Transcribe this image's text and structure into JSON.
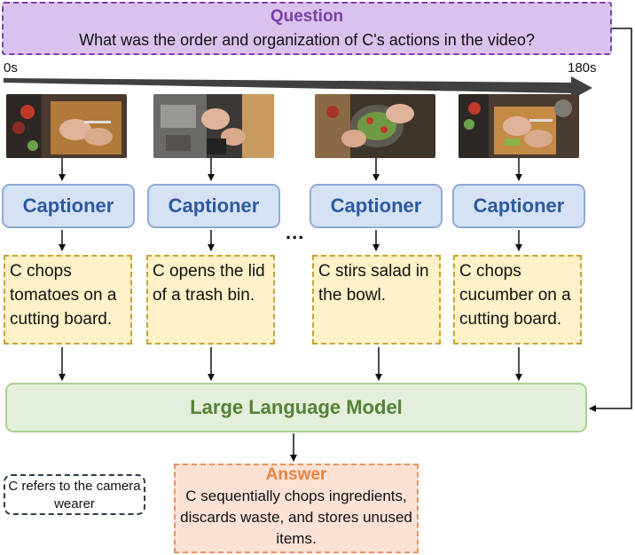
{
  "question": {
    "title": "Question",
    "text": "What was the order and organization of C's actions in the video?"
  },
  "timeline": {
    "start_label": "0s",
    "end_label": "180s"
  },
  "captioner_label": "Captioner",
  "ellipsis": "...",
  "captions": [
    "C chops tomatoes on a cutting board.",
    "C opens the lid of a trash bin.",
    "C stirs salad in the bowl.",
    "C chops cucumber on a cutting board."
  ],
  "llm_label": "Large Language Model",
  "note": "C refers to the camera wearer",
  "answer": {
    "title": "Answer",
    "text": "C sequentially chops ingredients, discards waste, and stores unused items."
  },
  "colors": {
    "question_accent": "#7b3fa8",
    "captioner_text": "#2c5aa0",
    "llm_text": "#548235",
    "answer_accent": "#e8823f"
  }
}
